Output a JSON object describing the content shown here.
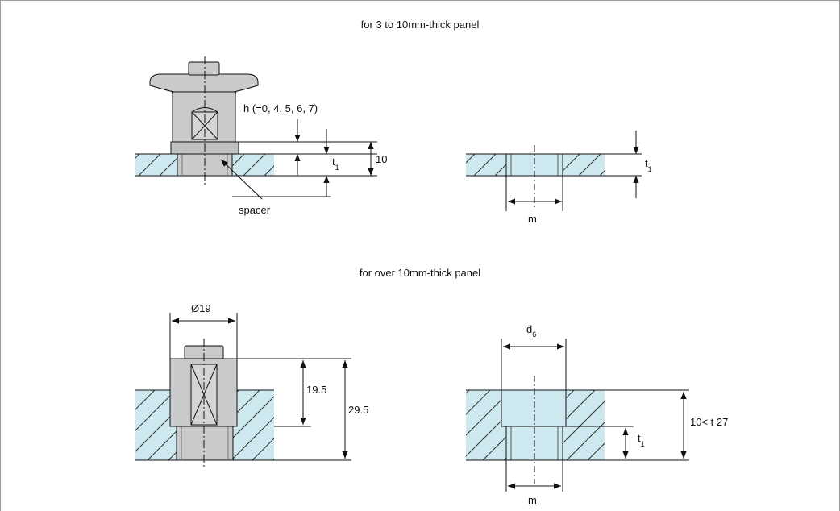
{
  "section_top": {
    "title": "for 3 to 10mm-thick panel",
    "h_label": "h (=0, 4, 5, 6, 7)",
    "t_label": "t",
    "t_sub": "1",
    "ten_label": "10",
    "spacer_label": "spacer",
    "m_label": "m",
    "t2_label": "t",
    "t2_sub": "1"
  },
  "section_bottom": {
    "title": "for over 10mm-thick panel",
    "dia_label": "Ø19",
    "dim1_label": "19.5",
    "dim2_label": "29.5",
    "d_label": "d",
    "d_sub": "6",
    "t_label": "t",
    "t_sub": "1",
    "range_label": "10< t  27",
    "m_label": "m"
  },
  "colors": {
    "panel_fill": "#cde8ee",
    "part_fill": "#c8cacb",
    "part_dark": "#a9acae",
    "line": "#1a1a1a"
  }
}
